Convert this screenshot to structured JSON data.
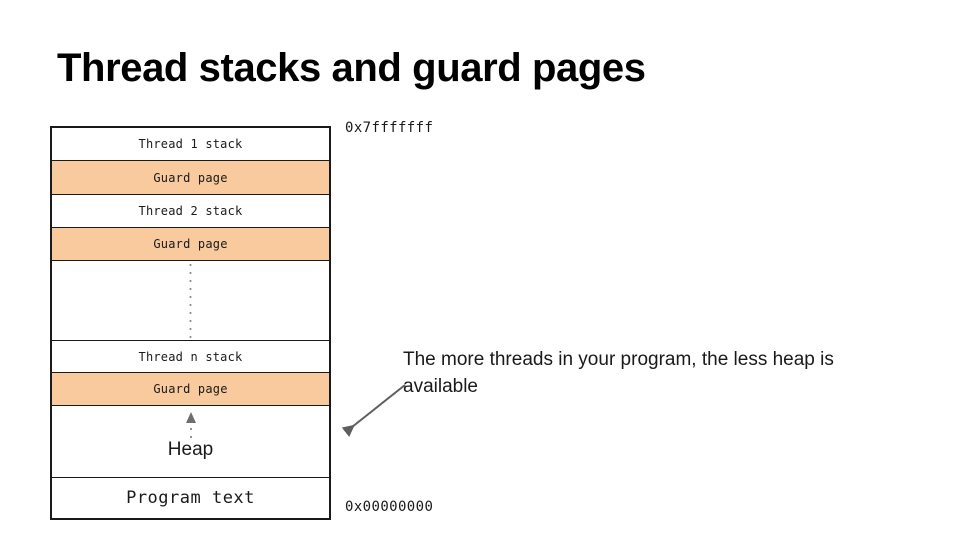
{
  "slide": {
    "title": "Thread stacks and guard pages",
    "background_color": "#ffffff"
  },
  "memory_map": {
    "guard_page_color": "#f8ca9d",
    "border_color": "#1a1a1a",
    "rows": [
      {
        "label": "Thread 1 stack",
        "kind": "stack"
      },
      {
        "label": "Guard page",
        "kind": "guard"
      },
      {
        "label": "Thread 2 stack",
        "kind": "stack"
      },
      {
        "label": "Guard page",
        "kind": "guard"
      },
      {
        "label": "",
        "kind": "ellipsis"
      },
      {
        "label": "Thread n stack",
        "kind": "stack"
      },
      {
        "label": "Guard page",
        "kind": "guard"
      },
      {
        "label": "Heap",
        "kind": "heap"
      },
      {
        "label": "Program text",
        "kind": "text"
      }
    ]
  },
  "addresses": {
    "top": "0x7fffffff",
    "bottom": "0x00000000"
  },
  "annotation": {
    "text": "The more threads in your program, the less heap is available",
    "arrow_color": "#5e5e5e"
  }
}
